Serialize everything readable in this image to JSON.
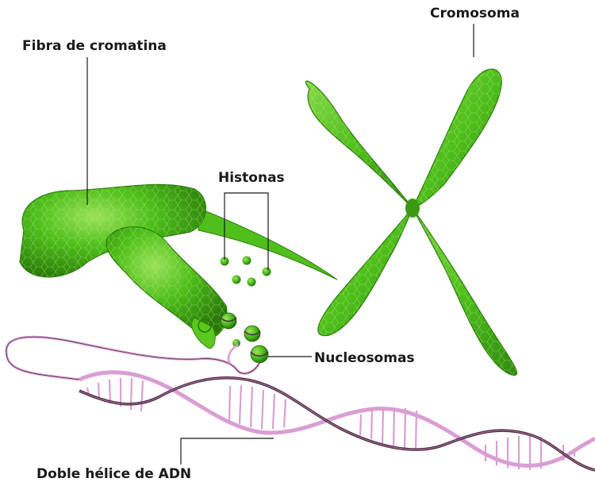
{
  "labels": {
    "chromatin_fiber": "Fibra de cromatina",
    "chromosome": "Cromosoma",
    "histones": "Histonas",
    "nucleosomes": "Nucleosomas",
    "dna_double_helix": "Doble hélice de ADN"
  },
  "colors": {
    "chromatin_green": "#4fbf1c",
    "chromatin_dark": "#2e7d0e",
    "chromatin_highlight": "#9be25a",
    "dna_pink": "#d99fd3",
    "dna_dark": "#4a2a3e",
    "leader_line": "#1a1a1a"
  }
}
